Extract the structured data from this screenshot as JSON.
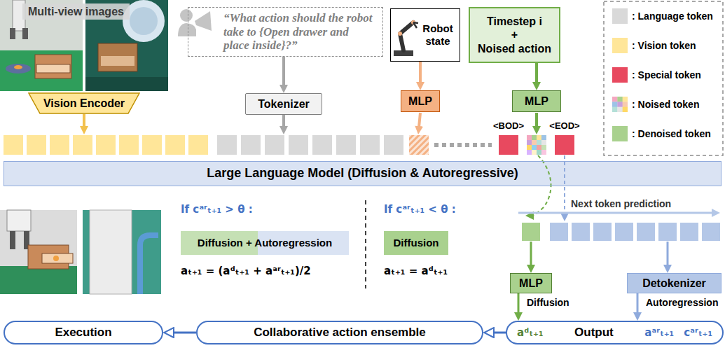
{
  "diagram": {
    "nodes": [
      {
        "text": [
          "“What action should the robot take to {Open drawer and place inside}?”"
        ]
      },
      {
        "text": [
          "Robot state"
        ]
      },
      {
        "text": [
          "Timestep i",
          "+",
          "Noised action"
        ]
      },
      {
        "text": [
          "Vision Encoder"
        ]
      },
      {
        "text": [
          "Tokenizer"
        ]
      },
      {
        "text": [
          "MLP"
        ]
      },
      {
        "text": [
          "MLP"
        ]
      },
      {
        "text": [
          "Large Language Model (Diffusion & Autoregressive)"
        ]
      },
      {
        "text": [
          "Diffusion + Autoregression"
        ]
      },
      {
        "text": [
          "Diffusion"
        ]
      },
      {
        "text": [
          "MLP"
        ]
      },
      {
        "text": [
          "Detokenizer"
        ]
      },
      {
        "text": [
          "Execution"
        ]
      },
      {
        "text": [
          "Collaborative action ensemble"
        ]
      },
      {
        "text": [
          "aᵈₜ₊₁",
          "Output",
          "aᵃʳₜ₊₁",
          "cᵃʳₜ₊₁"
        ]
      }
    ],
    "edges": [
      {
        "from": 0,
        "to": 4,
        "arrow": "to"
      },
      {
        "from": 1,
        "to": 5,
        "arrow": "to"
      },
      {
        "from": 2,
        "to": 6,
        "arrow": "to"
      },
      {
        "from": 10,
        "to": 14,
        "arrow": "to"
      },
      {
        "from": 11,
        "to": 14,
        "arrow": "to"
      },
      {
        "from": 14,
        "to": 13,
        "arrow": "to"
      },
      {
        "from": 13,
        "to": 12,
        "arrow": "to"
      }
    ],
    "labels": [
      "Multi-view images",
      "<BOD>",
      "<EOD>",
      "If cᵃʳₜ₊₁ > θ :",
      "aₜ₊₁ = (aᵈₜ₊₁ + aᵃʳₜ₊₁)/2",
      "If cᵃʳₜ₊₁ < θ :",
      "aₜ₊₁ = aᵈₜ₊₁",
      "Next token prediction",
      "Diffusion",
      "Autoregression"
    ],
    "legend": [
      {
        "text": ": Language token",
        "color": "#d9d9d9"
      },
      {
        "text": ": Vision token",
        "color": "#ffe699"
      },
      {
        "text": ": Special token",
        "color": "#e8495f"
      },
      {
        "text": ": Noised token"
      },
      {
        "text": ": Denoised token",
        "color": "#a9d18e"
      }
    ]
  }
}
